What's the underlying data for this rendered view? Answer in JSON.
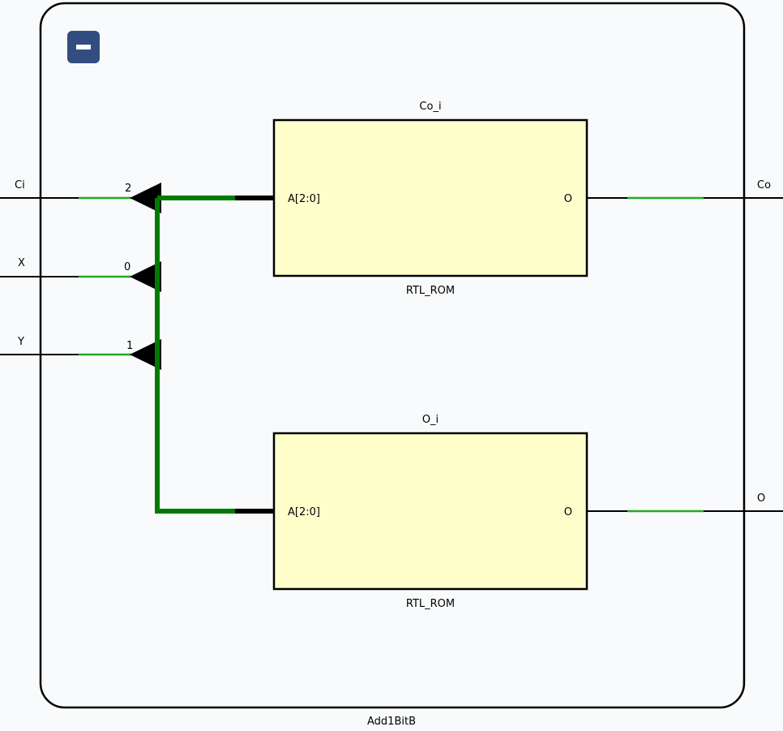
{
  "module": {
    "name": "Add1BitB",
    "collapse_icon": "minus-icon",
    "colors": {
      "background": "#f9fafb",
      "border": "#000000",
      "block_fill": "#ffffcc",
      "bus": "#007b00",
      "net": "#22aa22",
      "button": "#334d80"
    }
  },
  "inputs": {
    "ci": {
      "label": "Ci",
      "bit": "2"
    },
    "x": {
      "label": "X",
      "bit": "0"
    },
    "y": {
      "label": "Y",
      "bit": "1"
    }
  },
  "outputs": {
    "co": {
      "label": "Co"
    },
    "o": {
      "label": "O"
    }
  },
  "blocks": {
    "co_i": {
      "instance": "Co_i",
      "type": "RTL_ROM",
      "in_port": "A[2:0]",
      "out_port": "O"
    },
    "o_i": {
      "instance": "O_i",
      "type": "RTL_ROM",
      "in_port": "A[2:0]",
      "out_port": "O"
    }
  }
}
